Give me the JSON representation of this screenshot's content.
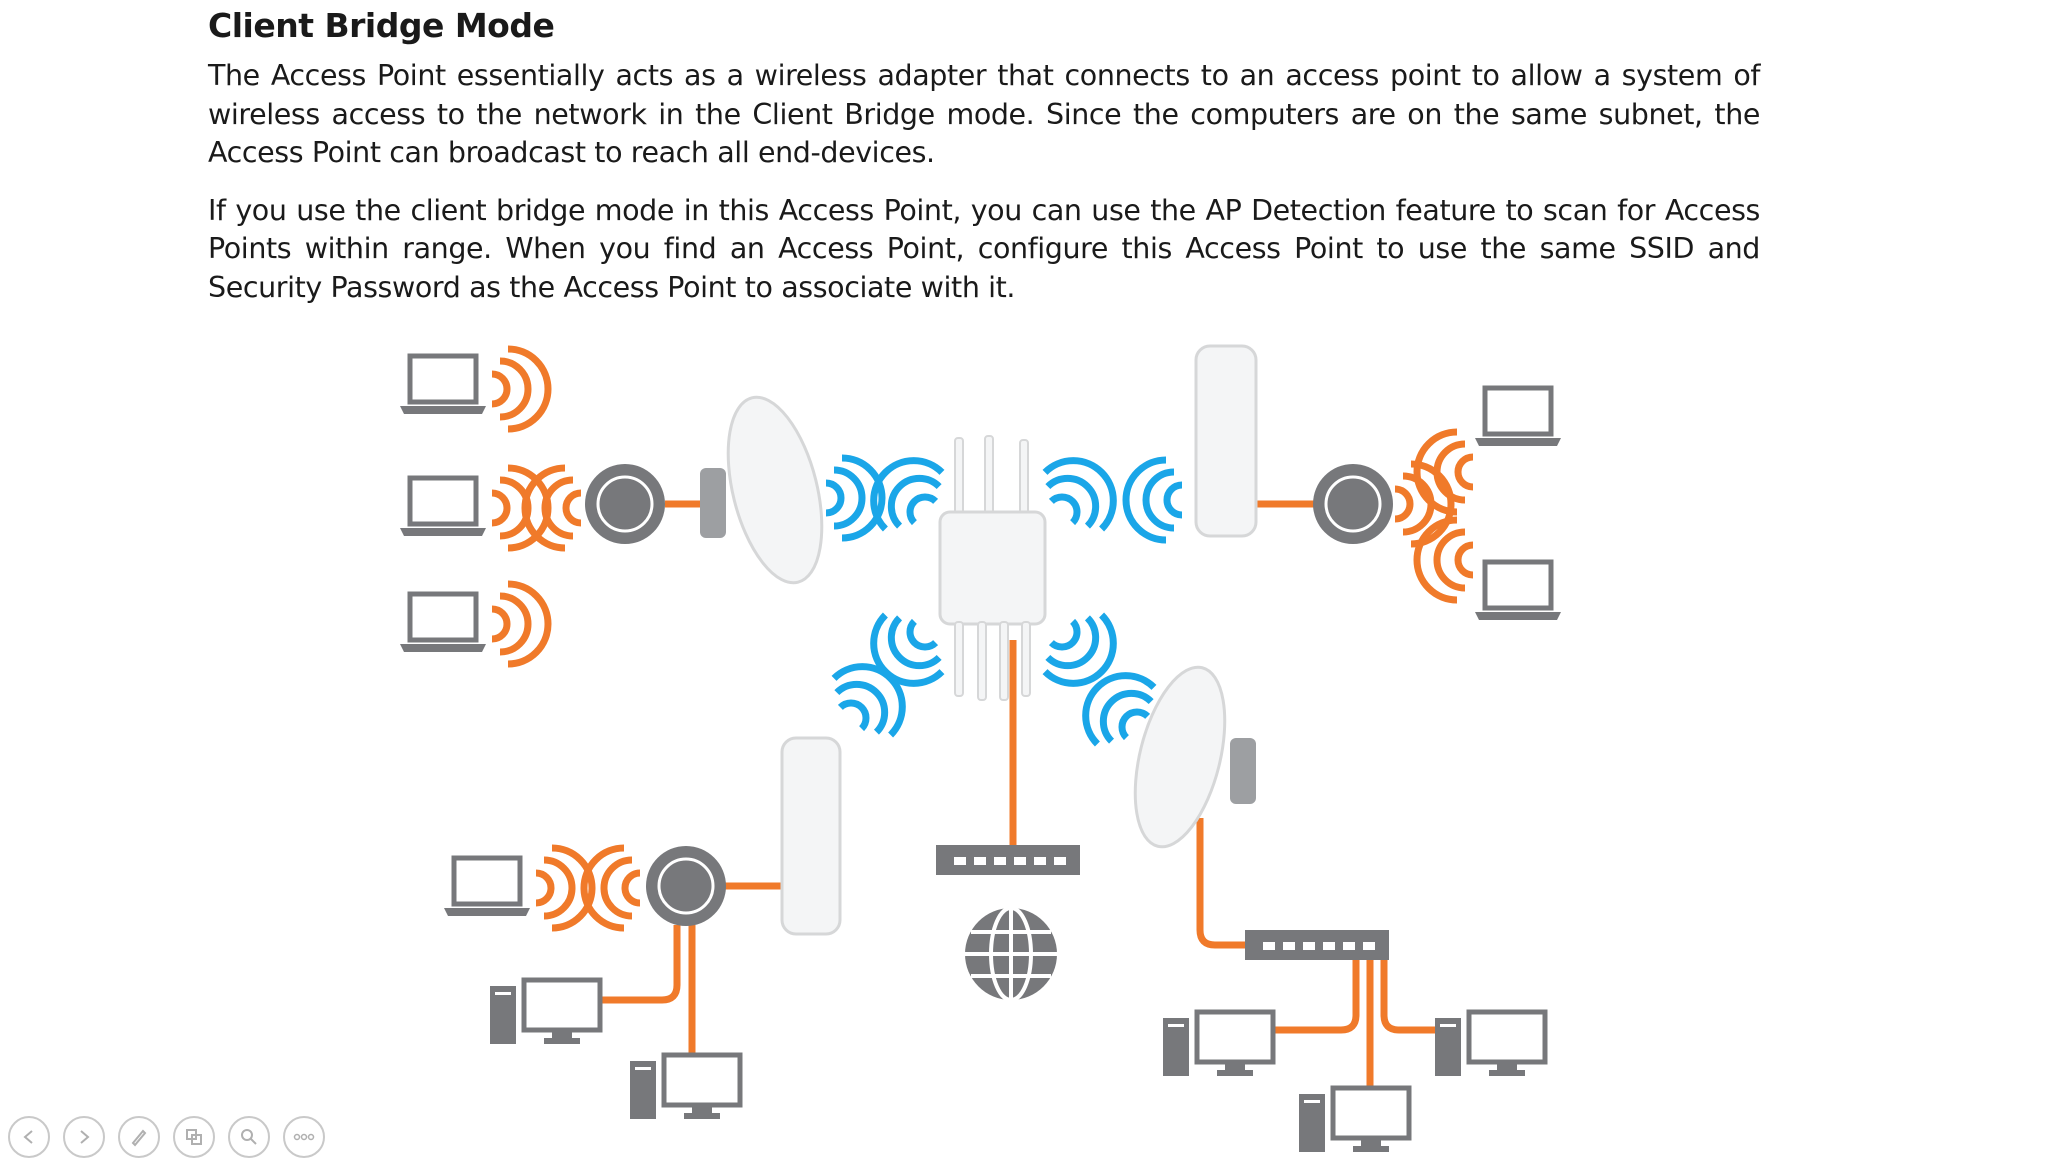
{
  "section": {
    "title": "Client Bridge Mode",
    "paragraphs": [
      "The Access Point essentially acts as a wireless adapter that connects to an access point to allow a system of wireless access to the network in the Client Bridge mode. Since the computers are on the same subnet, the Access Point can broadcast to reach all end-devices.",
      "If you use the client bridge mode in this Access Point, you can use the AP Detection feature to scan for Access Points within range. When you find an Access Point, configure this Access Point to use the same SSID and Security Password as the Access Point to associate with it."
    ]
  },
  "colors": {
    "orange": "#f07a2a",
    "blue": "#1aa6e8",
    "gray": "#77787b",
    "device_white": "#f4f5f6"
  },
  "toolbar": {
    "buttons": [
      "previous-slide-icon",
      "next-slide-icon",
      "pen-icon",
      "slides-grid-icon",
      "zoom-icon",
      "more-options-icon"
    ]
  }
}
